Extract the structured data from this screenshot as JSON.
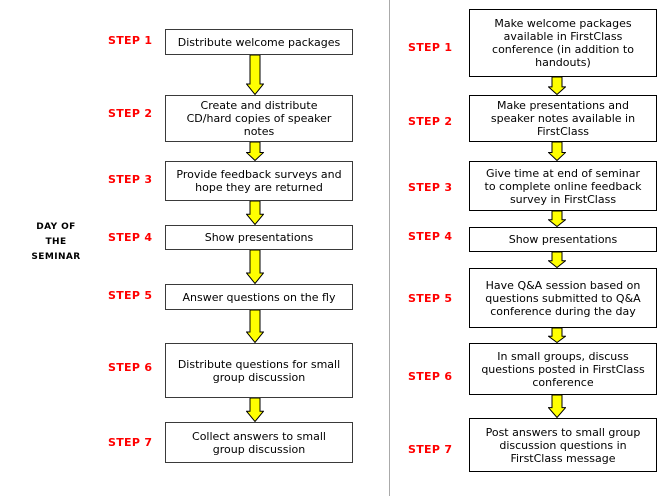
{
  "side_label_lines": [
    "DAY OF",
    "THE",
    "SEMINAR"
  ],
  "left": [
    {
      "step": "STEP 1",
      "text": "Distribute welcome packages"
    },
    {
      "step": "STEP 2",
      "text": "Create and distribute\nCD/hard copies of speaker\nnotes"
    },
    {
      "step": "STEP 3",
      "text": "Provide feedback surveys and\nhope they are returned"
    },
    {
      "step": "STEP 4",
      "text": "Show presentations"
    },
    {
      "step": "STEP 5",
      "text": "Answer questions on the fly"
    },
    {
      "step": "STEP 6",
      "text": "Distribute questions for small\ngroup discussion"
    },
    {
      "step": "STEP 7",
      "text": "Collect answers to small\ngroup discussion"
    }
  ],
  "right": [
    {
      "step": "STEP 1",
      "text": "Make welcome packages\navailable in FirstClass\nconference (in addition to\nhandouts)"
    },
    {
      "step": "STEP 2",
      "text": "Make presentations and\nspeaker notes available in\nFirstClass"
    },
    {
      "step": "STEP 3",
      "text": "Give time at end of seminar\nto complete online feedback\nsurvey in FirstClass"
    },
    {
      "step": "STEP 4",
      "text": "Show presentations"
    },
    {
      "step": "STEP 5",
      "text": "Have Q&A session based on\nquestions submitted to Q&A\nconference during the day"
    },
    {
      "step": "STEP 6",
      "text": "In small groups, discuss\nquestions posted in FirstClass\nconference"
    },
    {
      "step": "STEP 7",
      "text": "Post answers to small group\ndiscussion questions in\nFirstClass message"
    }
  ],
  "colors": {
    "step_label": "#ff0000",
    "arrow_fill": "#ffff00",
    "arrow_stroke": "#000000",
    "divider": "#aaaaaa"
  }
}
